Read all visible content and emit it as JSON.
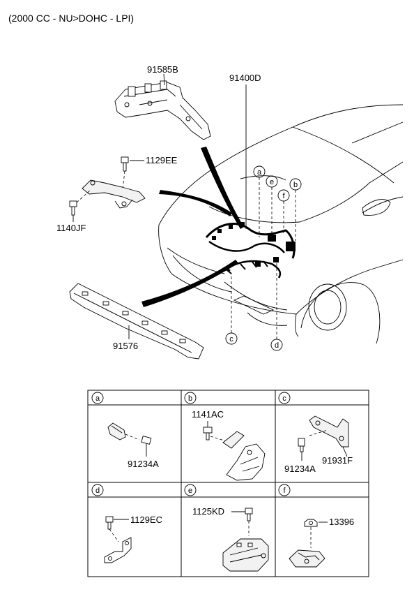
{
  "header": {
    "engine_spec": "(2000 CC - NU>DOHC - LPI)"
  },
  "main_labels": {
    "bracket_top": "91585B",
    "main_harness": "91400D",
    "bolt_upper": "1129EE",
    "bolt_lower": "1140JF",
    "front_harness": "91576"
  },
  "callouts": [
    "a",
    "b",
    "c",
    "d",
    "e",
    "f"
  ],
  "detail_cells": [
    {
      "letter": "a",
      "parts": [
        "91234A"
      ]
    },
    {
      "letter": "b",
      "parts": [
        "1141AC"
      ]
    },
    {
      "letter": "c",
      "parts": [
        "91234A",
        "91931F"
      ]
    },
    {
      "letter": "d",
      "parts": [
        "1129EC"
      ]
    },
    {
      "letter": "e",
      "parts": [
        "1125KD"
      ]
    },
    {
      "letter": "f",
      "parts": [
        "13396"
      ]
    }
  ]
}
